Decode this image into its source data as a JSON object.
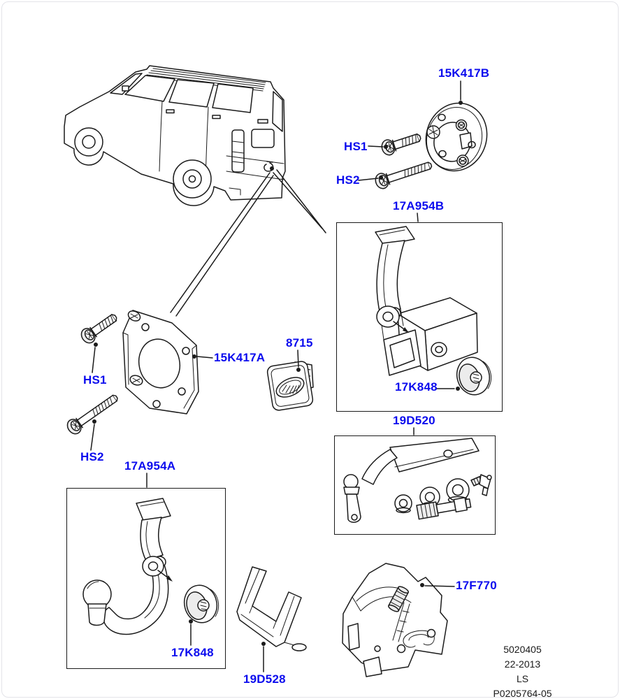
{
  "part_labels": {
    "spacer_ring_b": "15K417B",
    "screw_hs1_rear": "HS1",
    "screw_hs2_rear": "HS2",
    "drawbar_assembly_b": "17A954B",
    "cover_cap_b": "17K848",
    "badge_cover": "8715",
    "spacer_plate_a": "15K417A",
    "screw_hs1_left": "HS1",
    "screw_hs2_left": "HS2",
    "towbar_assembly_a": "17A954A",
    "cover_cap_a": "17K848",
    "fitting_kit": "19D520",
    "support_cradle": "19D528",
    "mounting_bracket": "17F770"
  },
  "footer": {
    "lines": [
      "5020405",
      "22-2013",
      "LS",
      "P0205764-05"
    ]
  },
  "colors": {
    "part_link_blue": "#0b0bee",
    "line_ink": "#1b1b1b"
  }
}
